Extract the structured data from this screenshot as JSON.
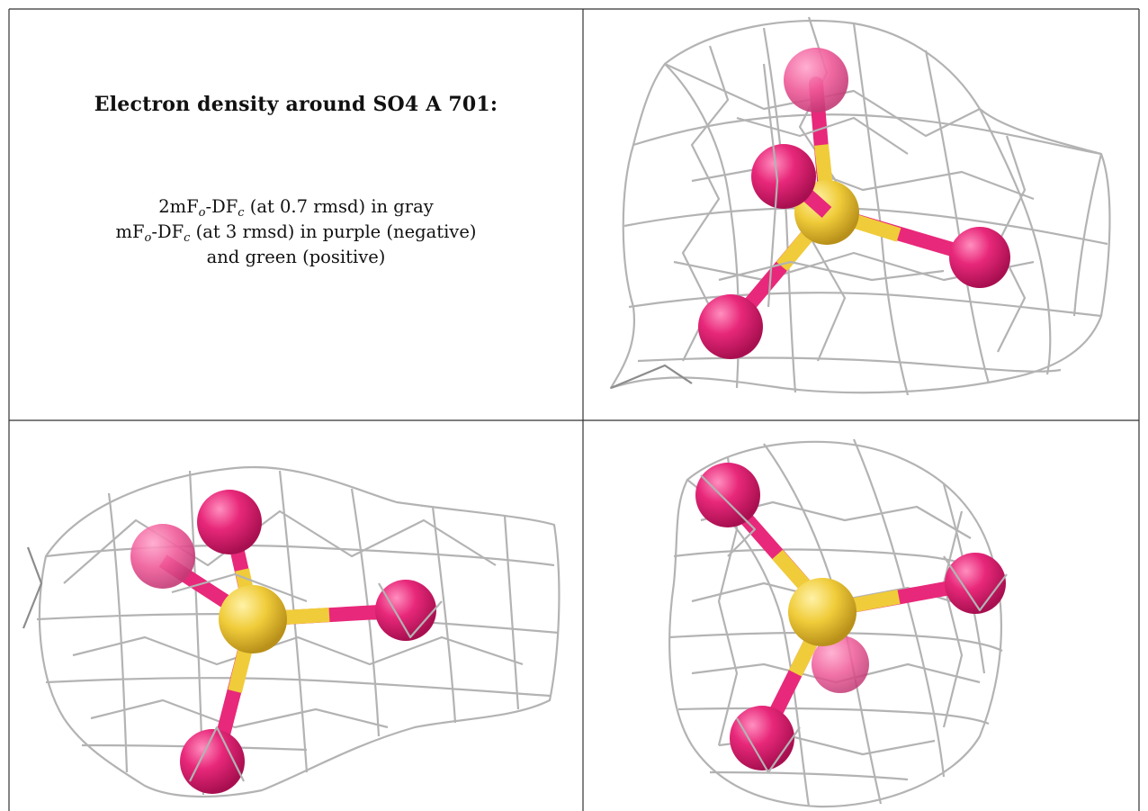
{
  "caption": {
    "title": "Electron density around SO4 A 701:",
    "line1_prefix": "2mF",
    "line1_sub1": "o",
    "line1_mid": "-DF",
    "line1_sub2": "c",
    "line1_suffix": " (at 0.7 rmsd) in gray",
    "line2_prefix": "mF",
    "line2_sub1": "o",
    "line2_mid": "-DF",
    "line2_sub2": "c",
    "line2_suffix": " (at 3 rmsd) in purple (negative)",
    "line3": "and green (positive)"
  },
  "colors": {
    "mesh": "#b3b3b3",
    "oxygen": "#e8287a",
    "sulfur": "#f0cc3a",
    "grid_line": "#333333"
  },
  "panels": [
    {
      "name": "view-top-right",
      "sulfur": "S",
      "oxygens": 4
    },
    {
      "name": "view-bottom-left",
      "sulfur": "S",
      "oxygens": 4
    },
    {
      "name": "view-bottom-right",
      "sulfur": "S",
      "oxygens": 4
    }
  ]
}
